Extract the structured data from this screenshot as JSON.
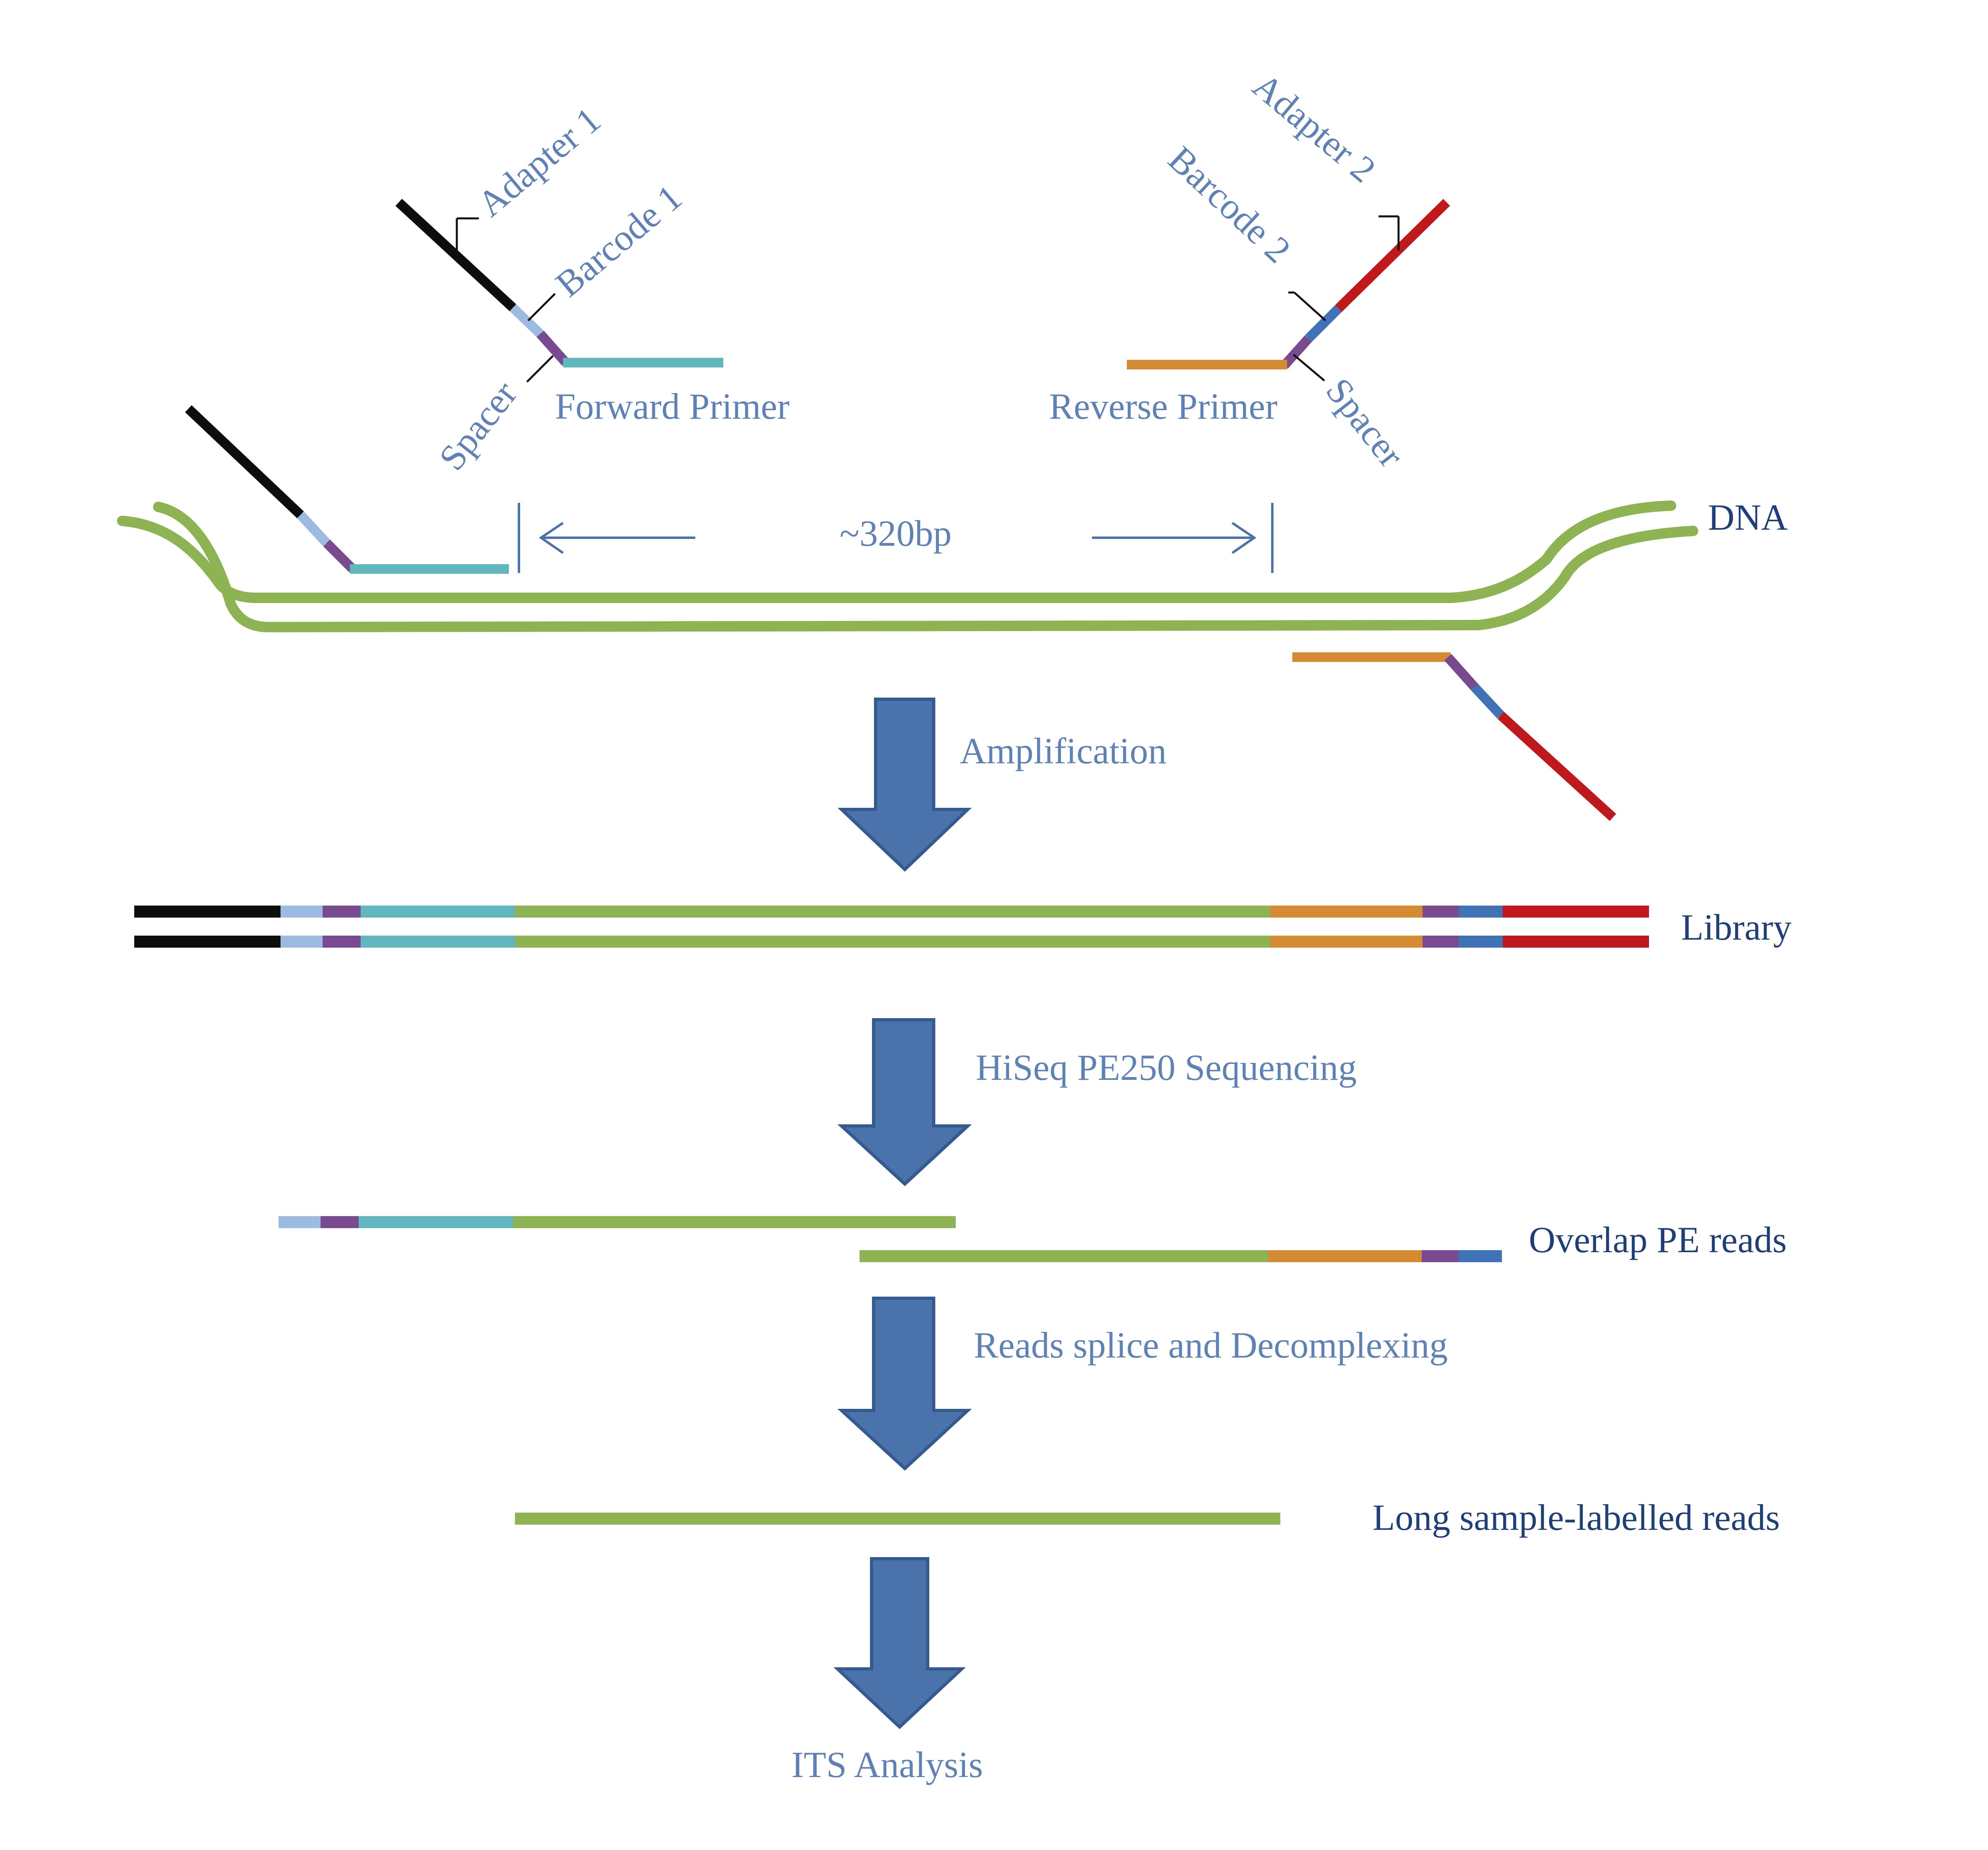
{
  "colors": {
    "adapter1": "#0d0d0d",
    "barcode1": "#9dbbe1",
    "spacer": "#7a4a90",
    "forward_primer": "#62b6bd",
    "dna": "#8eb353",
    "reverse_primer": "#d58b33",
    "barcode2": "#3f73b5",
    "adapter2": "#c0191d",
    "arrow_fill": "#4a72ab",
    "arrow_stroke": "#355a8f",
    "label_blue": "#5f82b6",
    "label_dark": "#1f3f78"
  },
  "labels": {
    "adapter1": "Adapter 1",
    "barcode1": "Barcode 1",
    "spacer_left": "Spacer",
    "forward_primer": "Forward Primer",
    "adapter2": "Adapter 2",
    "barcode2": "Barcode 2",
    "spacer_right": "Spacer",
    "reverse_primer": "Reverse Primer",
    "amplicon_length": "~320bp",
    "dna": "DNA"
  },
  "steps": [
    {
      "arrow_label": "Amplification",
      "result_label": "Library"
    },
    {
      "arrow_label": "HiSeq PE250 Sequencing",
      "result_label": "Overlap PE reads"
    },
    {
      "arrow_label": "Reads splice and Decomplexing",
      "result_label": "Long sample-labelled reads"
    },
    {
      "arrow_label": "ITS Analysis",
      "result_label": ""
    }
  ]
}
